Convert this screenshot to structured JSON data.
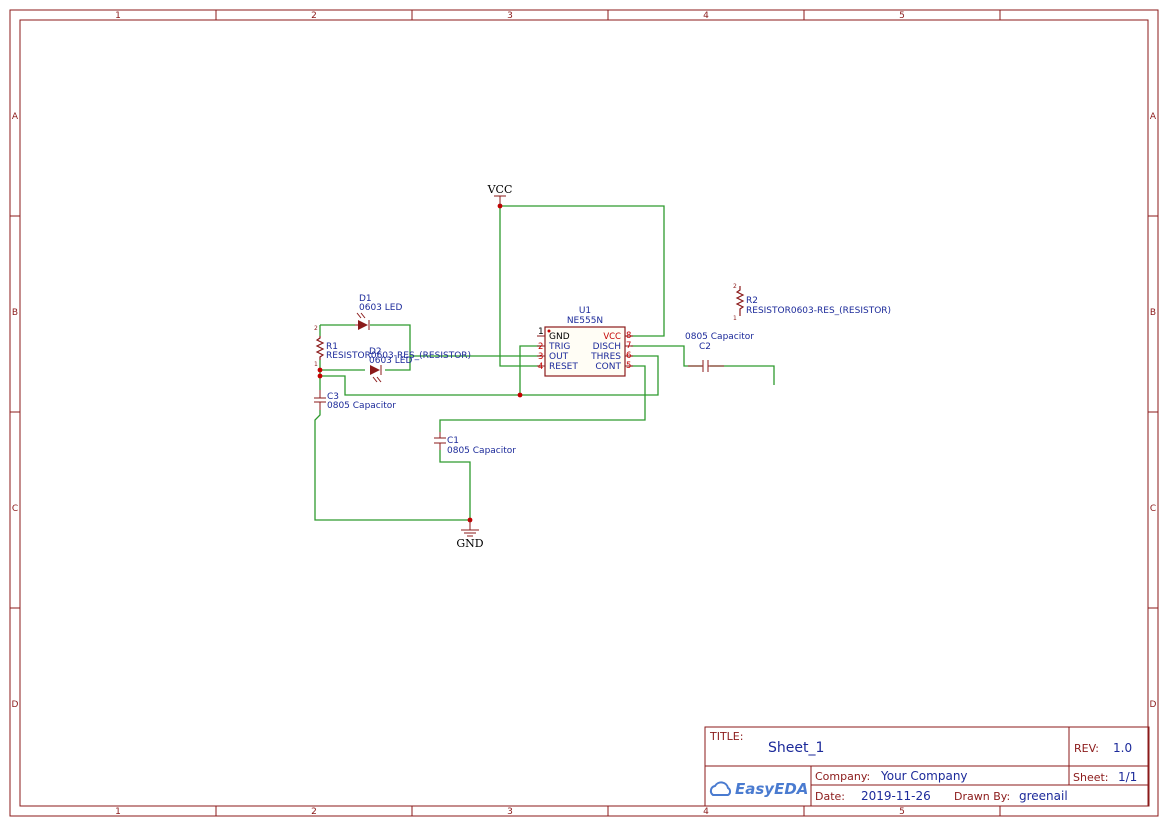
{
  "zones": {
    "columns": [
      "1",
      "2",
      "3",
      "4",
      "5"
    ],
    "rows": [
      "A",
      "B",
      "C",
      "D"
    ]
  },
  "power": {
    "vcc": "VCC",
    "gnd": "GND"
  },
  "components": {
    "u1": {
      "ref": "U1",
      "value": "NE555N",
      "pins_left": [
        {
          "num": "1",
          "name": "GND"
        },
        {
          "num": "2",
          "name": "TRIG"
        },
        {
          "num": "3",
          "name": "OUT"
        },
        {
          "num": "4",
          "name": "RESET"
        }
      ],
      "pins_right": [
        {
          "num": "8",
          "name": "VCC"
        },
        {
          "num": "7",
          "name": "DISCH"
        },
        {
          "num": "6",
          "name": "THRES"
        },
        {
          "num": "5",
          "name": "CONT"
        }
      ]
    },
    "r1": {
      "ref": "R1",
      "value": "RESISTOR0603-RES_(RESISTOR)",
      "pin_top": "2",
      "pin_bottom": "1"
    },
    "r2": {
      "ref": "R2",
      "value": "RESISTOR0603-RES_(RESISTOR)",
      "pin_top": "2",
      "pin_bottom": "1"
    },
    "d1": {
      "ref": "D1",
      "value": "0603 LED"
    },
    "d2": {
      "ref": "D2",
      "value": "0603 LED"
    },
    "c1": {
      "ref": "C1",
      "value": "0805 Capacitor"
    },
    "c2": {
      "ref": "C2",
      "value": "0805 Capacitor"
    },
    "c3": {
      "ref": "C3",
      "value": "0805 Capacitor"
    }
  },
  "title_block": {
    "title_label": "TITLE:",
    "title": "Sheet_1",
    "rev_label": "REV:",
    "rev": "1.0",
    "company_label": "Company:",
    "company": "Your Company",
    "sheet_label": "Sheet:",
    "sheet": "1/1",
    "date_label": "Date:",
    "date": "2019-11-26",
    "drawn_label": "Drawn By:",
    "drawn_by": "greenail",
    "logo": "EasyEDA"
  },
  "colors": {
    "frame": "#8b1a1a",
    "wire": "#2e9a2e",
    "junction": "#c40000",
    "text_blue": "#1c2a9a",
    "logo_blue": "#4a7bd0"
  }
}
